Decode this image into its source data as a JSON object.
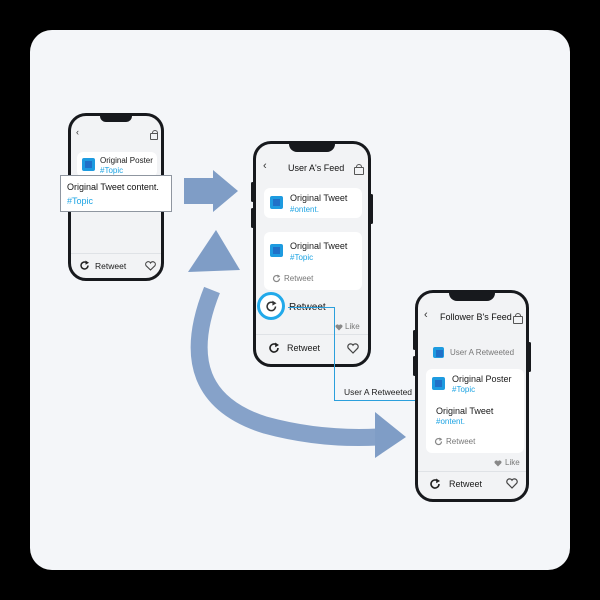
{
  "colors": {
    "background": "#f4f6f9",
    "accent": "#1ea4e3",
    "arrow": "#7f9dc6",
    "phone_frame": "#17191d",
    "avatar": "#1e9be0"
  },
  "phone_left": {
    "poster_name": "Original Poster",
    "poster_tag": "#Topic",
    "retweet_label": "Retweet",
    "callout_content": "Original Tweet content.",
    "callout_tag": "#Topic",
    "icons": [
      "back-icon",
      "bag-icon",
      "retweet-icon",
      "heart-icon"
    ]
  },
  "phone_center": {
    "header_title": "User A's Feed",
    "post1_title": "Original Tweet",
    "post1_tag": "#ontent.",
    "post2_title": "Original Tweet",
    "post2_tag": "#Topic",
    "post2_retweet": "Retweet",
    "highlight_retweet": "Retweet",
    "like_label": "Like",
    "bottom_retweet": "Retweet",
    "icons": [
      "back-icon",
      "bag-icon",
      "retweet-icon",
      "heart-icon"
    ]
  },
  "phone_right": {
    "header_title": "Follower B's Feed",
    "retweeted_by": "User A Retweeted",
    "poster_name": "Original Poster",
    "poster_tag": "#Topic",
    "tweet_title": "Original Tweet",
    "tweet_tag": "#ontent.",
    "post_retweet": "Retweet",
    "like_label": "Like",
    "bottom_retweet": "Retweet",
    "icons": [
      "back-icon",
      "bag-icon",
      "retweet-icon",
      "heart-icon"
    ]
  },
  "connector_label": "User A Retweeted"
}
